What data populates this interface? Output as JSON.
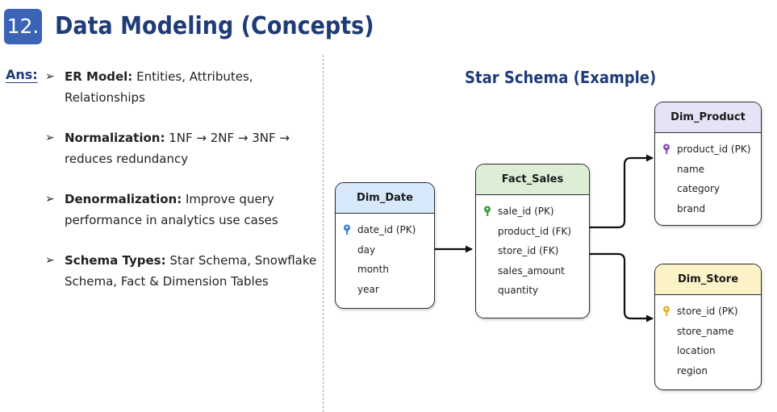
{
  "header": {
    "number": "12.",
    "title": "Data Modeling (Concepts)"
  },
  "answer_label": "Ans:",
  "bullets": [
    {
      "term": "ER Model:",
      "text": "Entities, Attributes, Relationships"
    },
    {
      "term": "Normalization:",
      "text": "1NF → 2NF → 3NF → reduces redundancy"
    },
    {
      "term": "Denormalization:",
      "text": "Improve query performance in analytics use cases"
    },
    {
      "term": "Schema Types:",
      "text": "Star Schema, Snowflake Schema, Fact & Dimension Tables"
    }
  ],
  "diagram": {
    "title": "Star Schema (Example)",
    "tables": {
      "dim_date": {
        "name": "Dim_Date",
        "header_color": "#d7e8fb",
        "fields": [
          {
            "label": "date_id (PK)",
            "key_color": "#3f7fd9"
          },
          {
            "label": "day"
          },
          {
            "label": "month"
          },
          {
            "label": "year"
          }
        ]
      },
      "fact_sales": {
        "name": "Fact_Sales",
        "header_color": "#dcefd6",
        "fields": [
          {
            "label": "sale_id (PK)",
            "key_color": "#3f9a3a"
          },
          {
            "label": "product_id (FK)"
          },
          {
            "label": "store_id (FK)"
          },
          {
            "label": "sales_amount"
          },
          {
            "label": "quantity"
          }
        ]
      },
      "dim_product": {
        "name": "Dim_Product",
        "header_color": "#e7e2f6",
        "fields": [
          {
            "label": "product_id (PK)",
            "key_color": "#8a4fc0"
          },
          {
            "label": "name"
          },
          {
            "label": "category"
          },
          {
            "label": "brand"
          }
        ]
      },
      "dim_store": {
        "name": "Dim_Store",
        "header_color": "#fcf2c8",
        "fields": [
          {
            "label": "store_id (PK)",
            "key_color": "#e2b21c"
          },
          {
            "label": "store_name"
          },
          {
            "label": "location"
          },
          {
            "label": "region"
          }
        ]
      }
    },
    "relationships": [
      {
        "from": "dim_date",
        "to": "fact_sales"
      },
      {
        "from": "fact_sales",
        "to": "dim_product"
      },
      {
        "from": "fact_sales",
        "to": "dim_store"
      }
    ]
  }
}
